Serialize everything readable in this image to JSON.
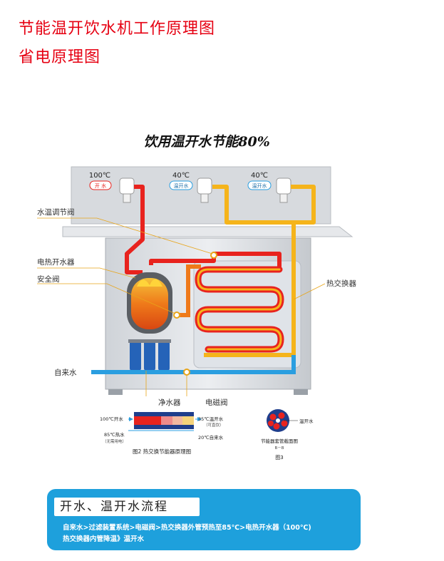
{
  "header": {
    "title_line1": "节能温开饮水机工作原理图",
    "title_line2": "省电原理图"
  },
  "diagram": {
    "slogan": "饮用温开水节能80%",
    "taps": [
      {
        "temp": "100℃",
        "label": "开 水"
      },
      {
        "temp": "40℃",
        "label": "温开水"
      },
      {
        "temp": "40℃",
        "label": "温开水"
      }
    ],
    "callouts": {
      "temp_valve": "水温调节阀",
      "boiler": "电热开水器",
      "safety_valve": "安全阀",
      "heat_exchanger": "热交换器",
      "tap_water": "自来水",
      "purifier": "净水器",
      "solenoid_valve": "电磁阀"
    },
    "fig2": {
      "left_top": "100℃开水",
      "left_bottom": "85℃热水",
      "left_bottom_note": "（无需用电）",
      "right_top": "35℃温开水",
      "right_top_note": "（可直饮）",
      "right_bottom": "20℃自来水",
      "caption": "图2 热交换节能器原理图"
    },
    "fig3": {
      "side_label": "温开水",
      "title": "节能器套管截面图",
      "section": "B－B",
      "caption": "图3"
    }
  },
  "flow": {
    "heading": "开水、温开水流程",
    "line1": "自来水>过滤装置系统>电磁阀>热交换器外管预热至85℃>电热开水器（100℃)",
    "line2": "热交换器内管降温》温开水"
  },
  "colors": {
    "hot_pipe": "#e8231e",
    "warm_pipe": "#f5b41b",
    "cold_pipe": "#2a9ee0",
    "accent_blue": "#1ea0dc",
    "title_red": "#e60012"
  }
}
